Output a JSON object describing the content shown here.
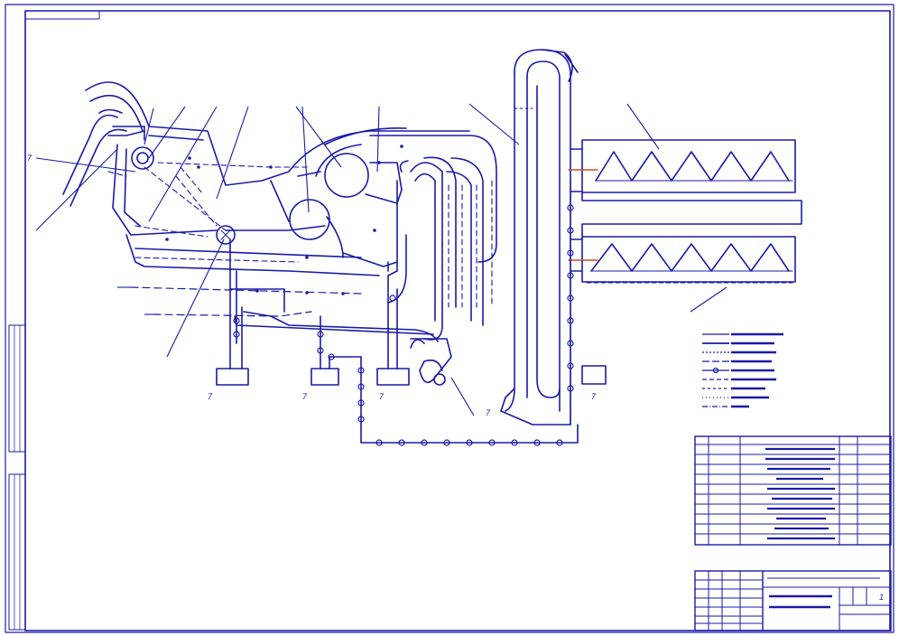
{
  "drawing": {
    "line_color": "#1a1aa8",
    "background": "#ffffff",
    "digit_labels": {
      "feed_zone": "7",
      "cleaning_zone": "7",
      "tail_zone": "7",
      "cooler": "7",
      "lower_tray": "7",
      "left_leader": "7"
    },
    "sheet_number": "1"
  }
}
